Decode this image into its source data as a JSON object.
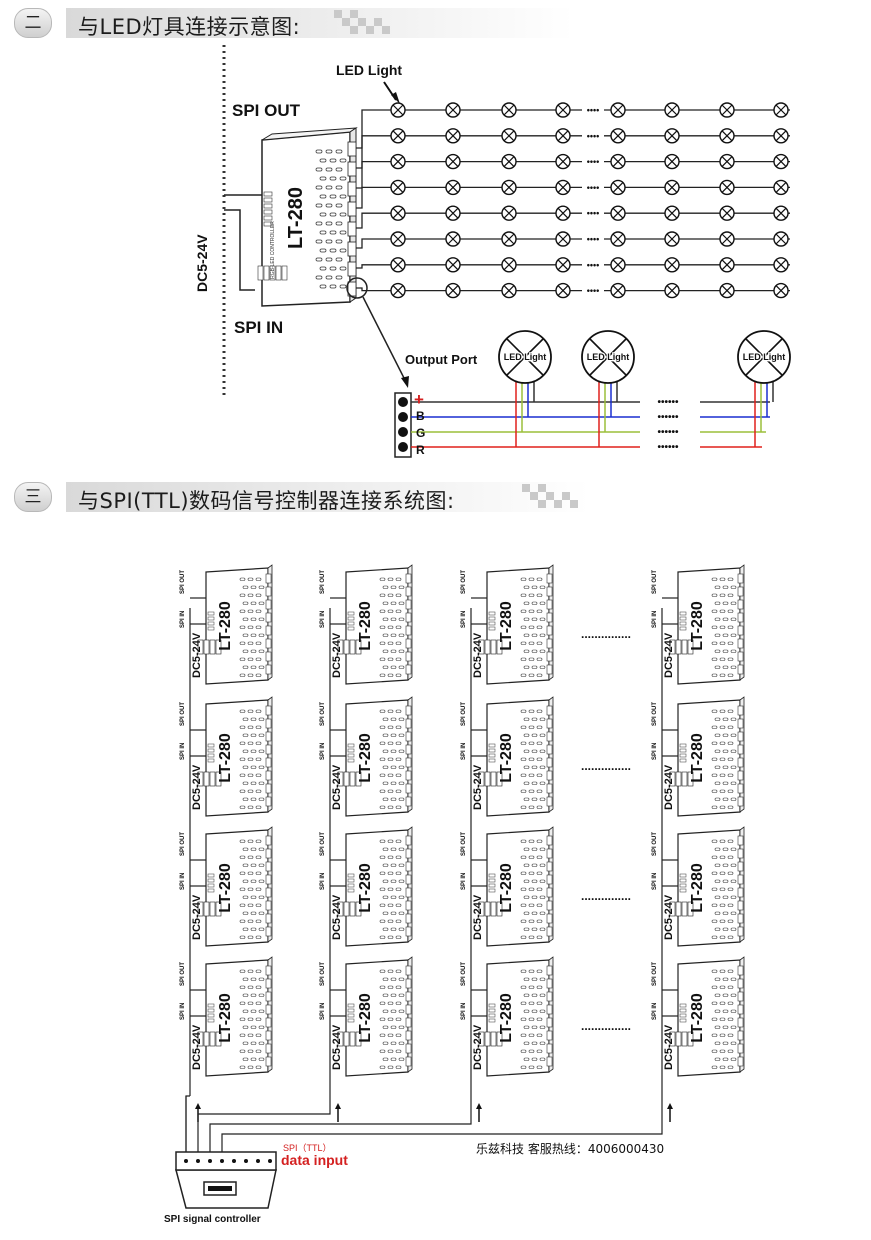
{
  "section2": {
    "number": "二",
    "title": "与LED灯具连接示意图:"
  },
  "section3": {
    "number": "三",
    "title": "与SPI(TTL)数码信号控制器连接系统图:"
  },
  "diagram1": {
    "led_light_label": "LED Light",
    "spi_out_label": "SPI OUT",
    "spi_in_label": "SPI IN",
    "power_label": "DC5-24V",
    "device_model": "LT-280",
    "output_port_label": "Output Port",
    "bulb_label": "LED Light",
    "pins": [
      "+",
      "B",
      "G",
      "R"
    ],
    "ellipsis": "••••••",
    "rows": 8,
    "columns": 8
  },
  "diagram2": {
    "device_model": "LT-280",
    "power_label": "DC5-24V",
    "spi_in_label": "SPI IN",
    "spi_out_label": "SPI OUT",
    "ellipsis": "...............",
    "controller_label": "SPI signal controller",
    "spi_ttl_label": "SPI（TTL）",
    "data_input_label": "data input",
    "hotline": "乐兹科技 客服热线：4006000430",
    "columns": 4,
    "rows": 4
  },
  "colors": {
    "wire_red": "#e0201c",
    "wire_blue": "#1a2fd0",
    "wire_green": "#9bbf3a",
    "accent_red": "#d42020",
    "line": "#222222"
  }
}
